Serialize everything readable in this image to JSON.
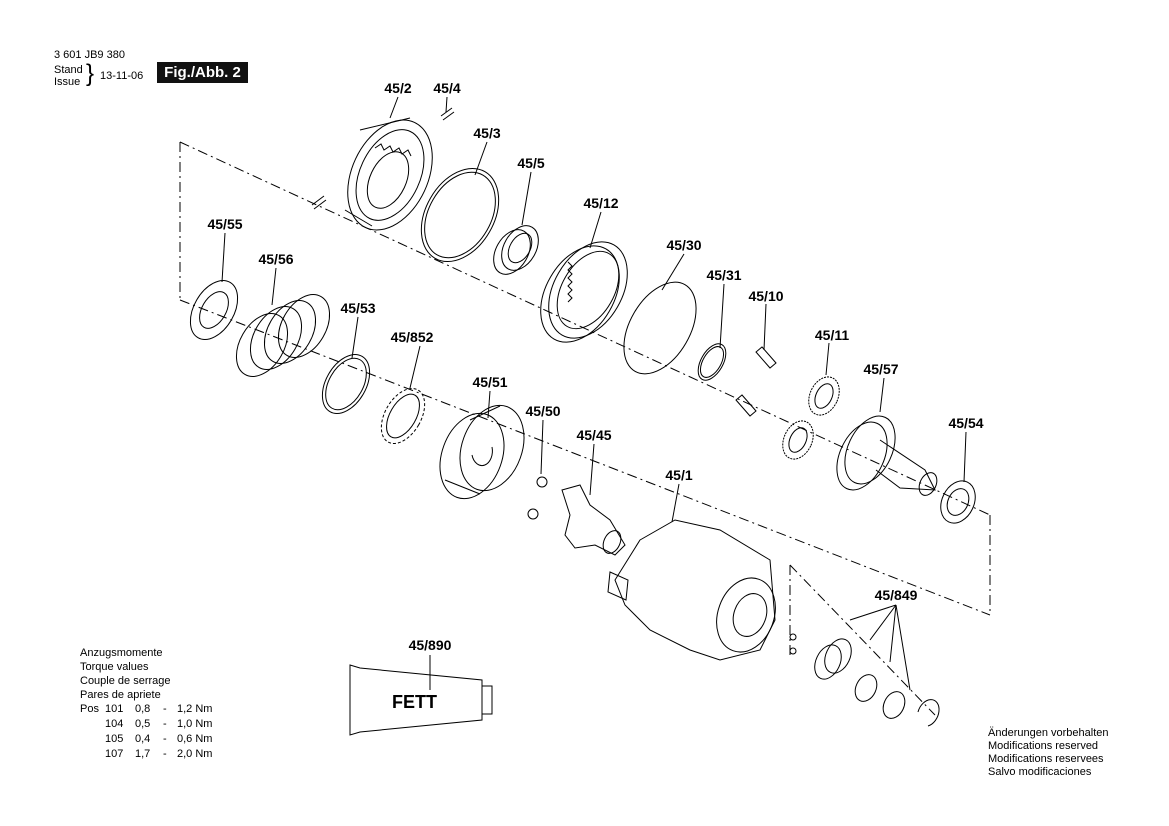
{
  "header": {
    "doc_number": "3 601 JB9 380",
    "stand_label": "Stand",
    "issue_label": "Issue",
    "date": "13-11-06",
    "figure": "Fig./Abb. 2"
  },
  "parts": [
    {
      "id": "45/2",
      "label": "45/2"
    },
    {
      "id": "45/4",
      "label": "45/4"
    },
    {
      "id": "45/3",
      "label": "45/3"
    },
    {
      "id": "45/5",
      "label": "45/5"
    },
    {
      "id": "45/12",
      "label": "45/12"
    },
    {
      "id": "45/55",
      "label": "45/55"
    },
    {
      "id": "45/56",
      "label": "45/56"
    },
    {
      "id": "45/30",
      "label": "45/30"
    },
    {
      "id": "45/31",
      "label": "45/31"
    },
    {
      "id": "45/10",
      "label": "45/10"
    },
    {
      "id": "45/53",
      "label": "45/53"
    },
    {
      "id": "45/852",
      "label": "45/852"
    },
    {
      "id": "45/11",
      "label": "45/11"
    },
    {
      "id": "45/57",
      "label": "45/57"
    },
    {
      "id": "45/51",
      "label": "45/51"
    },
    {
      "id": "45/50",
      "label": "45/50"
    },
    {
      "id": "45/45",
      "label": "45/45"
    },
    {
      "id": "45/54",
      "label": "45/54"
    },
    {
      "id": "45/1",
      "label": "45/1"
    },
    {
      "id": "45/849",
      "label": "45/849"
    },
    {
      "id": "45/890",
      "label": "45/890"
    }
  ],
  "grease_tube_text": "FETT",
  "torque": {
    "title_de": "Anzugsmomente",
    "title_en": "Torque values",
    "title_fr": "Couple de serrage",
    "title_es": "Pares de apriete",
    "pos_label": "Pos",
    "rows": [
      {
        "pos": "101",
        "min": "0,8",
        "dash": "-",
        "max": "1,2 Nm"
      },
      {
        "pos": "104",
        "min": "0,5",
        "dash": "-",
        "max": "1,0 Nm"
      },
      {
        "pos": "105",
        "min": "0,4",
        "dash": "-",
        "max": "0,6 Nm"
      },
      {
        "pos": "107",
        "min": "1,7",
        "dash": "-",
        "max": "2,0 Nm"
      }
    ]
  },
  "notice": {
    "de": "Änderungen vorbehalten",
    "en": "Modifications reserved",
    "fr": "Modifications reservees",
    "es": "Salvo modificaciones"
  }
}
